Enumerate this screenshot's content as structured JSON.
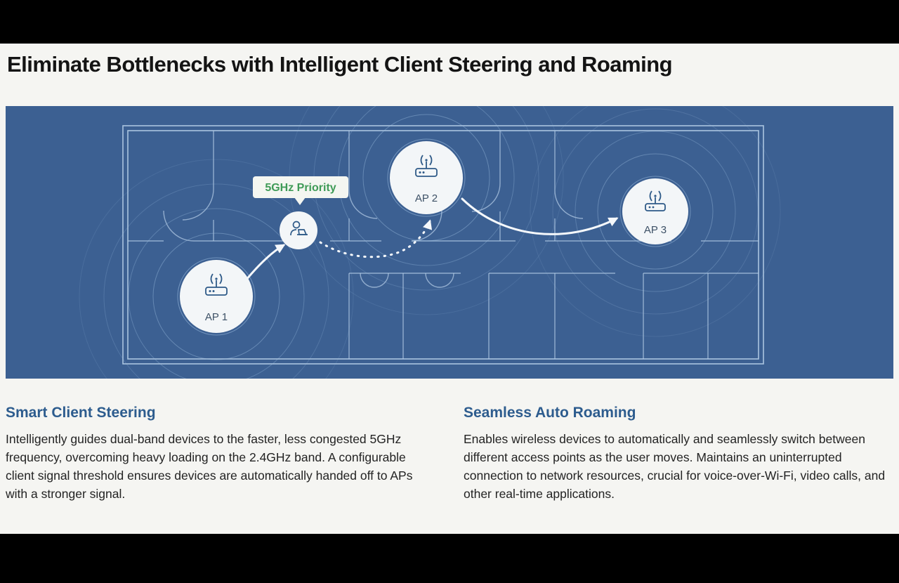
{
  "page": {
    "title": "Eliminate Bottlenecks with Intelligent Client Steering and Roaming"
  },
  "diagram": {
    "priority_label": "5GHz Priority",
    "ap_labels": {
      "ap1": "AP 1",
      "ap2": "AP 2",
      "ap3": "AP 3"
    },
    "colors": {
      "panel_background": "#3c6092",
      "floorplan_lines": "#b7cfe8",
      "signal_rings": "#9fc0e2",
      "node_fill": "#f3f6f8",
      "icon_stroke": "#2e5a88",
      "arrow": "#f5f8fb",
      "priority_text_green": "#3f9b57"
    }
  },
  "sections": [
    {
      "heading": "Smart Client Steering",
      "body": "Intelligently guides dual-band devices to the faster, less congested 5GHz frequency, overcoming heavy loading on the 2.4GHz band. A configurable client signal threshold ensures devices are automatically handed off to APs with a stronger signal."
    },
    {
      "heading": "Seamless Auto Roaming",
      "body": "Enables wireless devices to automatically and seamlessly switch between different access points as the user moves. Maintains an uninterrupted connection to network resources, crucial for voice-over-Wi-Fi, video calls, and other real-time applications."
    }
  ]
}
